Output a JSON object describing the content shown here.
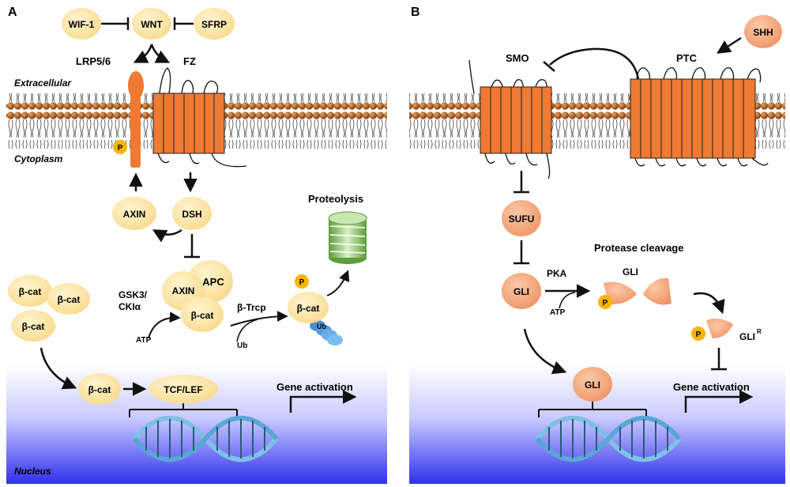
{
  "panel_a": {
    "letter": "A",
    "wif1": "WIF-1",
    "wnt": "WNT",
    "sfrp": "SFRP",
    "lrp": "LRP5/6",
    "fz": "FZ",
    "extracellular": "Extracellular",
    "cytoplasm": "Cytoplasm",
    "phospho": "P",
    "axin": "AXIN",
    "dsh": "DSH",
    "proteolysis": "Proteolysis",
    "apc": "APC",
    "axin2": "AXIN",
    "bcat_complex": "β-cat",
    "gsk3_line1": "GSK3/",
    "gsk3_line2": "CKIα",
    "atp": "ATP",
    "btrcp": "β-Trcp",
    "ub": "Ub",
    "ub_chain": "Ub",
    "bcat_ub": "β-cat",
    "phospho_ub": "P",
    "bcat_free1": "β-cat",
    "bcat_free2": "β-cat",
    "bcat_free3": "β-cat",
    "bcat_nuc": "β-cat",
    "tcf": "TCF/LEF",
    "gene_activation": "Gene activation",
    "nucleus": "Nucleus"
  },
  "panel_b": {
    "letter": "B",
    "shh": "SHH",
    "smo": "SMO",
    "ptc": "PTC",
    "sufu": "SUFU",
    "gli": "GLI",
    "pka": "PKA",
    "atp": "ATP",
    "protease": "Protease cleavage",
    "gli_cleaved": "GLI",
    "glir": "GLI",
    "glir_sup": "R",
    "phospho1": "P",
    "phospho2": "P",
    "gli_nuc": "GLI",
    "gene_activation": "Gene activation"
  },
  "colors": {
    "yellow_node": "#fbe3a0",
    "salmon_node": "#f5a37c",
    "receptor": "#ee7a33",
    "phospho": "#f7b500",
    "nucleus_blue": "#2222ee",
    "dna": "#7fc1e6",
    "proteasome": "#8cc36a"
  }
}
